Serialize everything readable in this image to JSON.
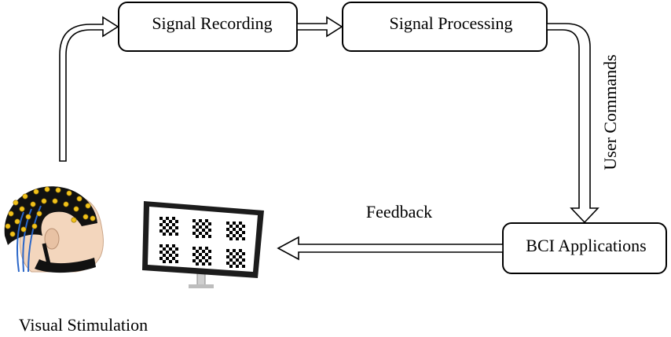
{
  "diagram": {
    "nodes": {
      "signal_recording": "Signal Recording",
      "signal_processing": "Signal Processing",
      "bci_applications": "BCI Applications"
    },
    "edges": {
      "user_commands": "User Commands",
      "feedback": "Feedback"
    },
    "caption": "Visual Stimulation",
    "icons": [
      "eeg-headset-icon",
      "checkerboard-monitor-icon"
    ],
    "colors": {
      "electrode": "#f2c21b",
      "wire": "#2a66c8",
      "skin": "#f3d6bd",
      "cap": "#111111"
    }
  }
}
